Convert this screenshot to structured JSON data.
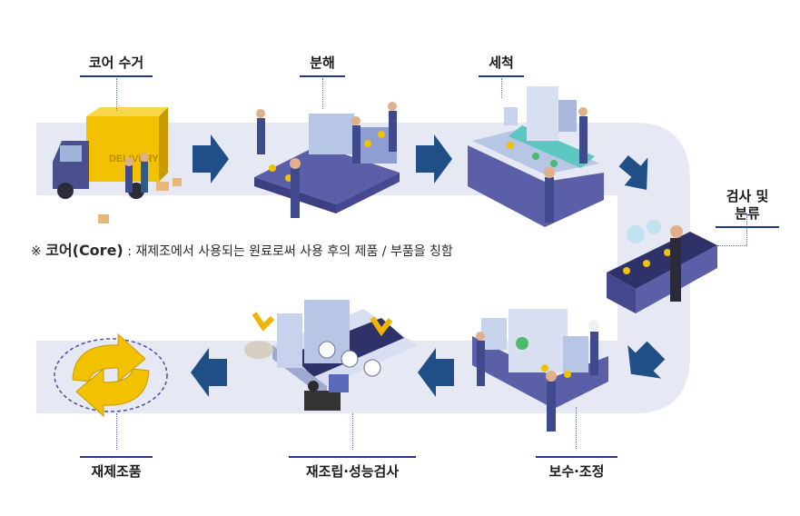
{
  "steps": {
    "collect": "코어 수거",
    "disassemble": "분해",
    "clean": "세척",
    "inspect": "검사 및\n분류",
    "repair": "보수·조정",
    "reassemble": "재조립·성능검사",
    "product": "재제조품"
  },
  "note": {
    "mark": "※",
    "term": "코어(Core)",
    "text": ": 재제조에서 사용되는 원료로써 사용 후의 제품 / 부품을 칭함"
  },
  "truck_text": "DELIVERY",
  "colors": {
    "track": "#e6e8f4",
    "arrow": "#1f4f86",
    "machine": "#5a5fa8",
    "accent": "#f2c200"
  }
}
